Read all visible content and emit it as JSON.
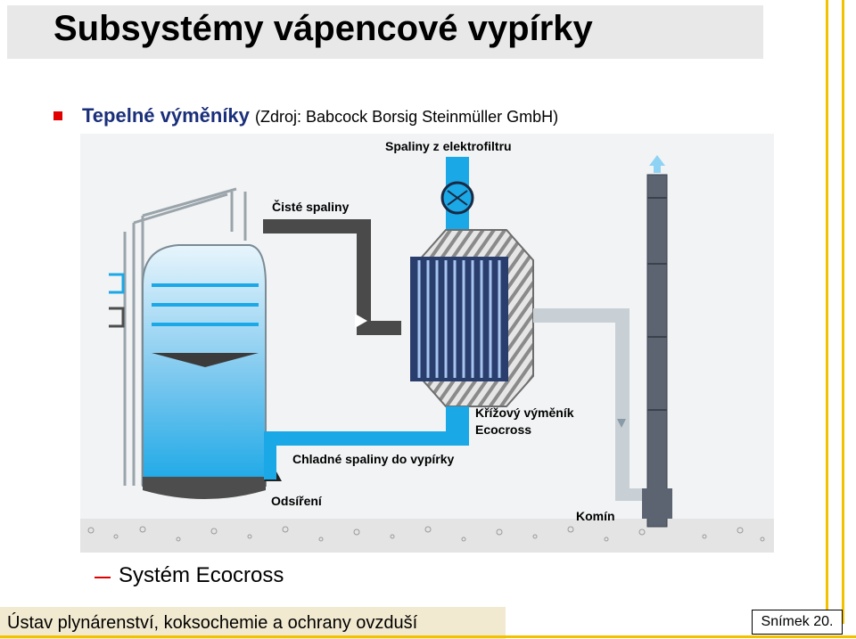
{
  "slide": {
    "title": "Subsystémy vápencové vypírky",
    "bullet": {
      "heading": "Tepelné výměníky",
      "source": "(Zdroj: Babcock Borsig Steinmüller GmbH)"
    },
    "sub_item": "Systém Ecocross",
    "footer": "Ústav plynárenství, koksochemie a ochrany ovzduší",
    "slide_number": "Snímek 20."
  },
  "diagram": {
    "labels": {
      "flue_gas_from_filter": "Spaliny z elektrofiltru",
      "clean_gas": "Čisté spaliny",
      "cross_exchanger_line1": "Křížový výměník",
      "cross_exchanger_line2": "Ecocross",
      "cold_gas": "Chladné spaliny do vypírky",
      "desulfurization": "Odsíření",
      "stack": "Komín"
    },
    "colors": {
      "hot_gas": "#1ba8e6",
      "clean_gas": "#4a4a4a",
      "stack_gas": "#c8d0d6",
      "absorber_liquid": "#1ba8e6",
      "accent": "#f2c100",
      "bullet": "#e00000"
    }
  }
}
